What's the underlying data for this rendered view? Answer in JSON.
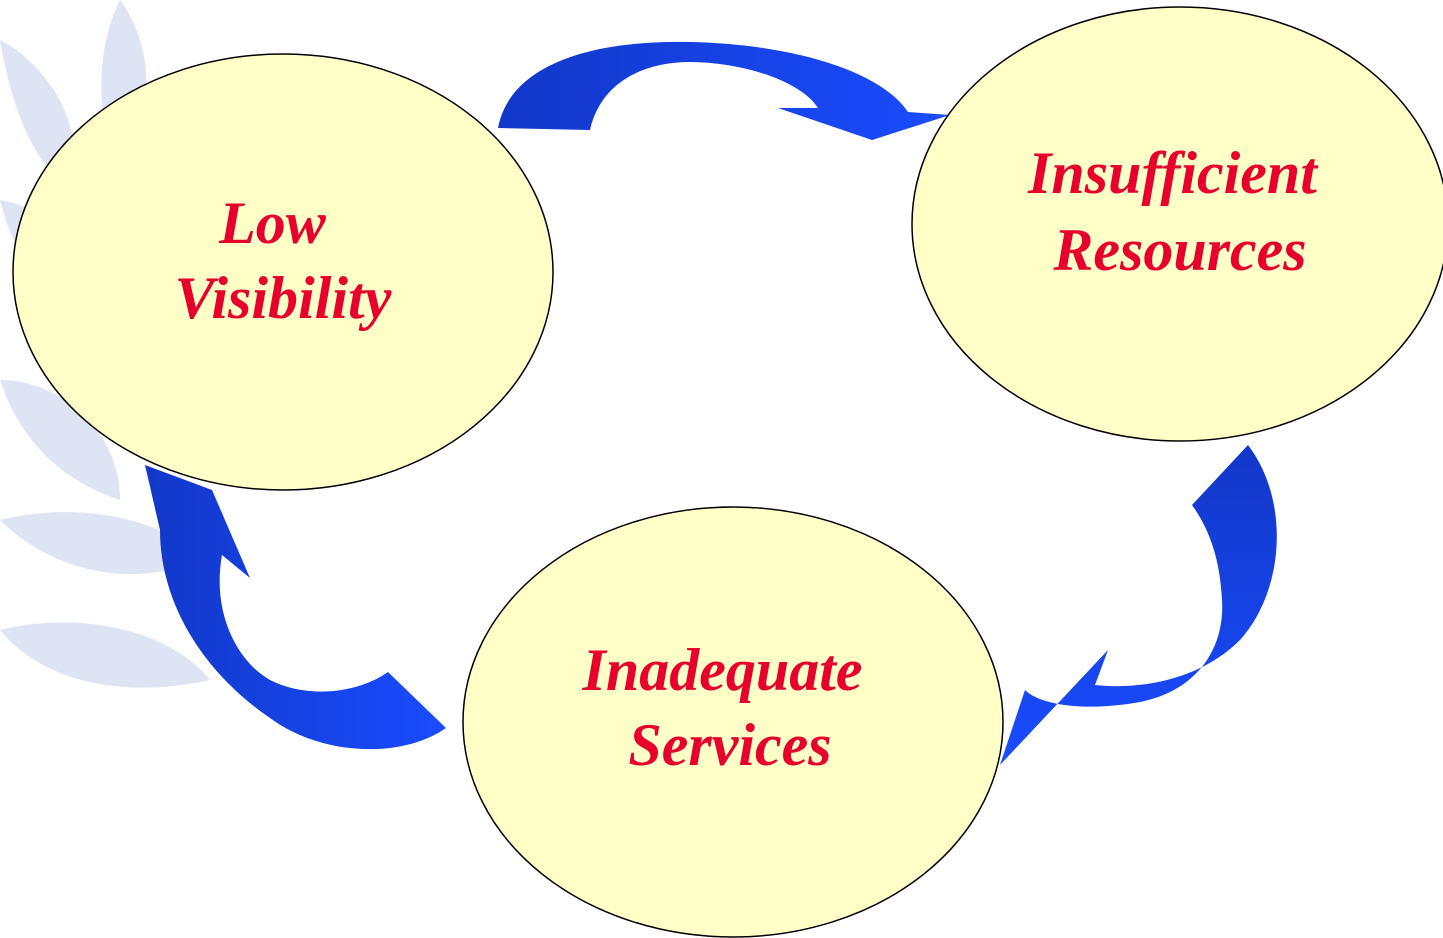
{
  "colors": {
    "node_fill": "#ffffc8",
    "node_stroke": "#000000",
    "label_color": "#e8002c",
    "arrow_light": "#1a4cff",
    "arrow_dark": "#1238c8",
    "watermark": "#dfe4f5"
  },
  "nodes": [
    {
      "id": "low-visibility",
      "lines": [
        "Low",
        "Visibility"
      ]
    },
    {
      "id": "insufficient-resources",
      "lines": [
        "Insufficient",
        "Resources"
      ]
    },
    {
      "id": "inadequate-services",
      "lines": [
        "Inadequate",
        "Services"
      ]
    }
  ],
  "cycle": {
    "edges": [
      {
        "from": "low-visibility",
        "to": "insufficient-resources"
      },
      {
        "from": "insufficient-resources",
        "to": "inadequate-services"
      },
      {
        "from": "inadequate-services",
        "to": "low-visibility"
      }
    ]
  },
  "decorations": {
    "background_watermark": "olive-branch-emblem"
  }
}
